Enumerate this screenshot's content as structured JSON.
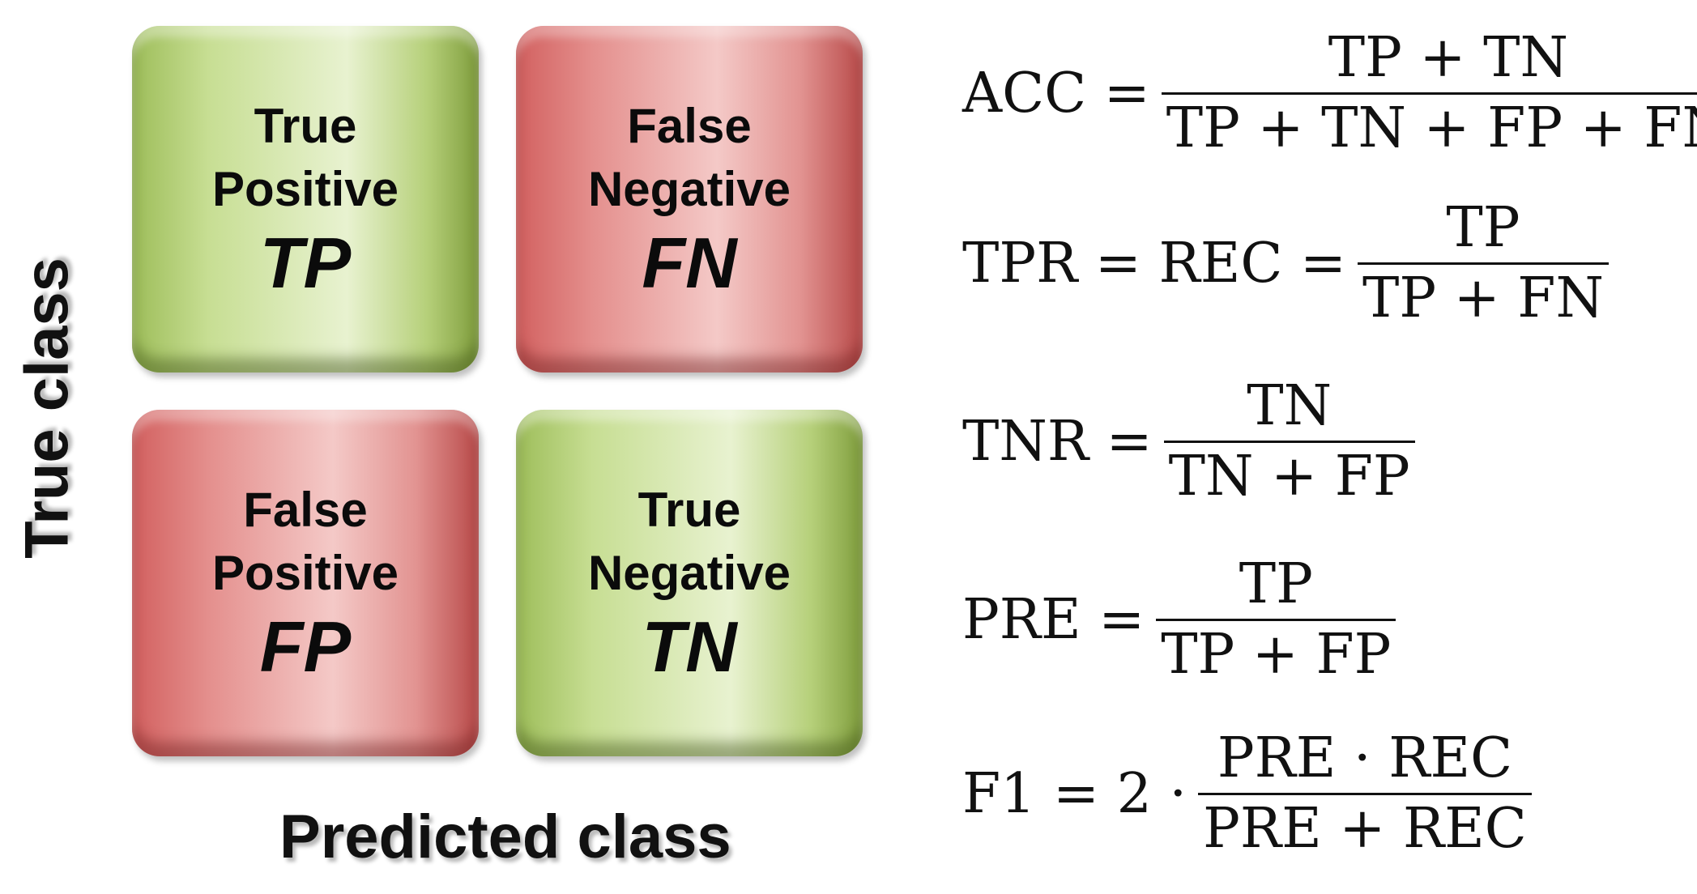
{
  "matrix": {
    "y_axis_label": "True class",
    "x_axis_label": "Predicted class",
    "cells": {
      "tp": {
        "line1": "True",
        "line2": "Positive",
        "abbr": "TP",
        "color": "#c7de93"
      },
      "fn": {
        "line1": "False",
        "line2": "Negative",
        "abbr": "FN",
        "color": "#e48f8d"
      },
      "fp": {
        "line1": "False",
        "line2": "Positive",
        "abbr": "FP",
        "color": "#e48f8d"
      },
      "tn": {
        "line1": "True",
        "line2": "Negative",
        "abbr": "TN",
        "color": "#c7de93"
      }
    }
  },
  "formulas": {
    "acc": {
      "lhs": "ACC =",
      "num": "TP + TN",
      "den": "TP + TN + FP + FN"
    },
    "tpr": {
      "lhs": "TPR = REC =",
      "num": "TP",
      "den": "TP + FN"
    },
    "tnr": {
      "lhs": "TNR =",
      "num": "TN",
      "den": "TN + FP"
    },
    "pre": {
      "lhs": "PRE =",
      "num": "TP",
      "den": "TP + FP"
    },
    "f1": {
      "lhs": "F1 = 2 ·",
      "num": "PRE · REC",
      "den": "PRE + REC"
    }
  }
}
